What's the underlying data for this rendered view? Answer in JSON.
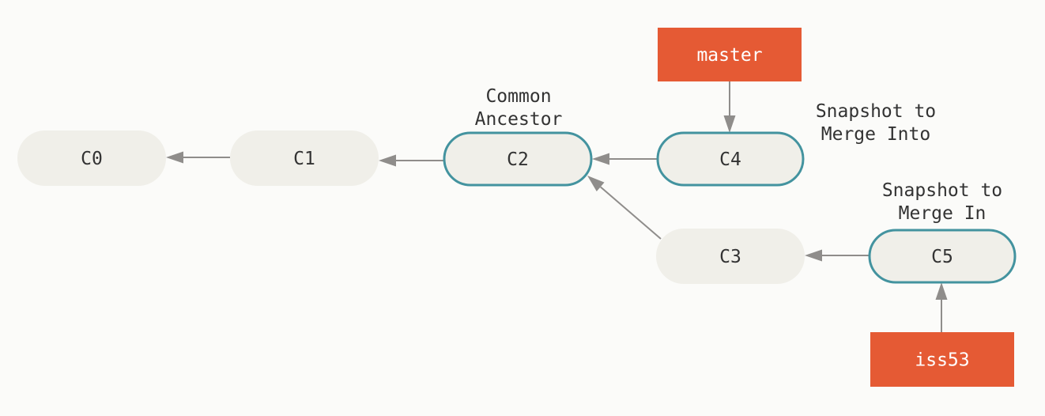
{
  "commits": [
    {
      "id": "c0",
      "label": "C0",
      "highlighted": false
    },
    {
      "id": "c1",
      "label": "C1",
      "highlighted": false
    },
    {
      "id": "c2",
      "label": "C2",
      "highlighted": true
    },
    {
      "id": "c4",
      "label": "C4",
      "highlighted": true
    },
    {
      "id": "c3",
      "label": "C3",
      "highlighted": false
    },
    {
      "id": "c5",
      "label": "C5",
      "highlighted": true
    }
  ],
  "parent_links": [
    {
      "from": "c1",
      "to": "c0"
    },
    {
      "from": "c2",
      "to": "c1"
    },
    {
      "from": "c4",
      "to": "c2"
    },
    {
      "from": "c3",
      "to": "c2"
    },
    {
      "from": "c5",
      "to": "c3"
    }
  ],
  "branches": [
    {
      "id": "master",
      "label": "master",
      "points_to": "c4"
    },
    {
      "id": "iss53",
      "label": "iss53",
      "points_to": "c5"
    }
  ],
  "annotations": {
    "common_ancestor": [
      "Common",
      "Ancestor"
    ],
    "merge_into": [
      "Snapshot to",
      "Merge Into"
    ],
    "merge_in": [
      "Snapshot to",
      "Merge In"
    ]
  },
  "colors": {
    "background": "#fbfbf9",
    "node_fill": "#f0efe9",
    "node_highlight_stroke": "#43939f",
    "branch_fill": "#e55a34",
    "branch_text": "#ffffff",
    "arrow": "#8f8d8b",
    "text": "#333333"
  }
}
